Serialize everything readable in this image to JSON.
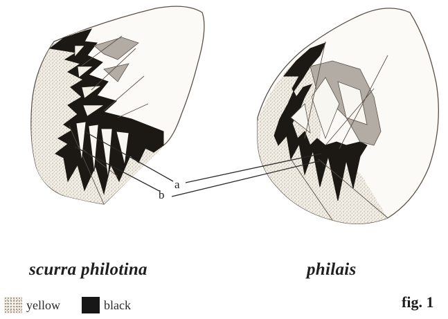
{
  "labels": {
    "a": "a",
    "b": "b"
  },
  "species": {
    "left": "scurra philotina",
    "right": "philais"
  },
  "legend": {
    "yellow": "yellow",
    "black": "black"
  },
  "figure_label": "fig. 1",
  "colors": {
    "outline": "#5a5048",
    "black_pattern": "#1c1814",
    "grey_pattern": "#9a948c",
    "yellow_stipple": "#8e8678",
    "paper": "#ffffff"
  }
}
